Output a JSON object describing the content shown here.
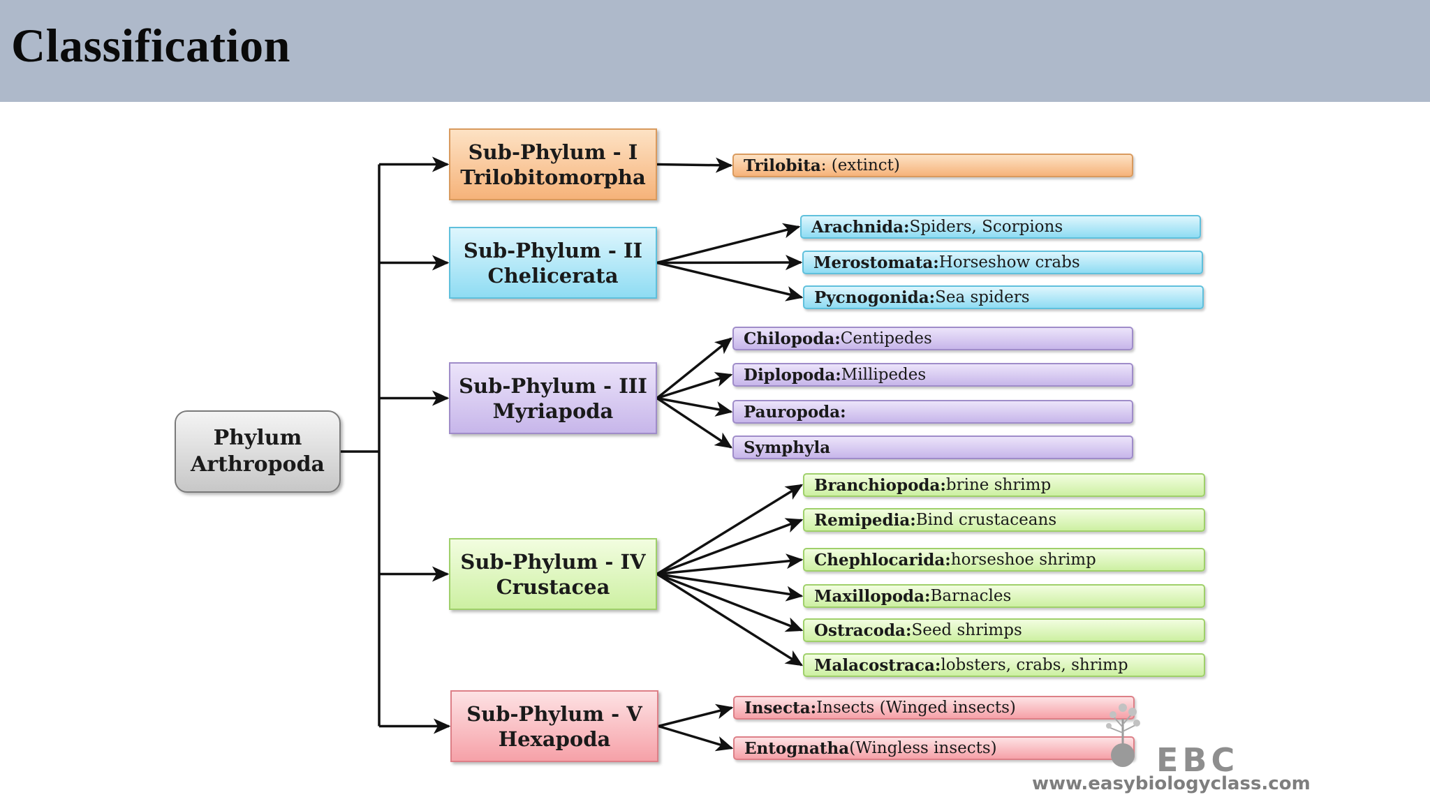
{
  "header": {
    "title": "Classification"
  },
  "root": {
    "line1": "Phylum",
    "line2": "Arthropoda"
  },
  "subphyla": [
    {
      "line1": "Sub-Phylum - I",
      "line2": "Trilobitomorpha",
      "color": "orange",
      "classes": [
        {
          "name": "Trilobita",
          "desc": " : (extinct)"
        }
      ]
    },
    {
      "line1": "Sub-Phylum - II",
      "line2": "Chelicerata",
      "color": "blue",
      "classes": [
        {
          "name": "Arachnida:",
          "desc": " Spiders, Scorpions"
        },
        {
          "name": "Merostomata:",
          "desc": " Horseshow crabs"
        },
        {
          "name": "Pycnogonida:",
          "desc": " Sea spiders"
        }
      ]
    },
    {
      "line1": "Sub-Phylum - III",
      "line2": "Myriapoda",
      "color": "purple",
      "classes": [
        {
          "name": "Chilopoda:",
          "desc": " Centipedes"
        },
        {
          "name": "Diplopoda:",
          "desc": " Millipedes"
        },
        {
          "name": "Pauropoda:",
          "desc": ""
        },
        {
          "name": "Symphyla",
          "desc": ""
        }
      ]
    },
    {
      "line1": "Sub-Phylum - IV",
      "line2": "Crustacea",
      "color": "green",
      "classes": [
        {
          "name": "Branchiopoda:",
          "desc": "  brine shrimp"
        },
        {
          "name": "Remipedia:",
          "desc": " Bind crustaceans"
        },
        {
          "name": "Chephlocarida:",
          "desc": " horseshoe shrimp"
        },
        {
          "name": "Maxillopoda:",
          "desc": "  Barnacles"
        },
        {
          "name": "Ostracoda:",
          "desc": " Seed shrimps"
        },
        {
          "name": "Malacostraca:",
          "desc": " lobsters, crabs, shrimp"
        }
      ]
    },
    {
      "line1": "Sub-Phylum - V",
      "line2": "Hexapoda",
      "color": "red",
      "classes": [
        {
          "name": "Insecta:",
          "desc": " Insects (Winged insects)"
        },
        {
          "name": "Entognatha",
          "desc": " (Wingless insects)"
        }
      ]
    }
  ],
  "watermark": {
    "logo_text": "EBC",
    "url": "www.easybiologyclass.com",
    "icon": "tree-icon"
  },
  "colors": {
    "header_bg": "#aeb9ca",
    "orange": "#f6b37a",
    "blue": "#8fdcf3",
    "purple": "#c7b6ea",
    "green": "#cdf0a2",
    "red": "#f6a1a8"
  }
}
